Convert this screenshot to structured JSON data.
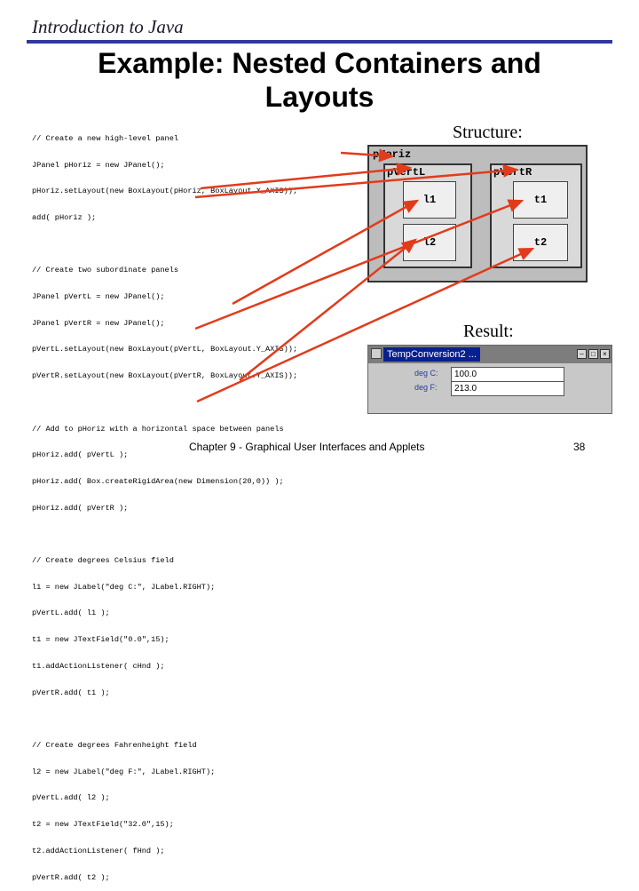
{
  "header": {
    "course_title": "Introduction to Java"
  },
  "slide": {
    "title_line1": "Example: Nested Containers and",
    "title_line2": "Layouts",
    "structure_label": "Structure:",
    "result_label": "Result:"
  },
  "code_lines": [
    "// Create a new high-level panel",
    "JPanel pHoriz = new JPanel();",
    "pHoriz.setLayout(new BoxLayout(pHoriz, BoxLayout.X_AXIS));",
    "add( pHoriz );",
    "",
    "// Create two subordinate panels",
    "JPanel pVertL = new JPanel();",
    "JPanel pVertR = new JPanel();",
    "pVertL.setLayout(new BoxLayout(pVertL, BoxLayout.Y_AXIS));",
    "pVertR.setLayout(new BoxLayout(pVertR, BoxLayout.Y_AXIS));",
    "",
    "// Add to pHoriz with a horizontal space between panels",
    "pHoriz.add( pVertL );",
    "pHoriz.add( Box.createRigidArea(new Dimension(20,0)) );",
    "pHoriz.add( pVertR );",
    "",
    "// Create degrees Celsius field",
    "l1 = new JLabel(\"deg C:\", JLabel.RIGHT);",
    "pVertL.add( l1 );",
    "t1 = new JTextField(\"0.0\",15);",
    "t1.addActionListener( cHnd );",
    "pVertR.add( t1 );",
    "",
    "// Create degrees Fahrenheight field",
    "l2 = new JLabel(\"deg F:\", JLabel.RIGHT);",
    "pVertL.add( l2 );",
    "t2 = new JTextField(\"32.0\",15);",
    "t2.addActionListener( fHnd );",
    "pVertR.add( t2 );"
  ],
  "structure": {
    "outer_panel": "pHoriz",
    "left_panel": "pVertL",
    "right_panel": "pVertR",
    "left_components": [
      "l1",
      "l2"
    ],
    "right_components": [
      "t1",
      "t2"
    ]
  },
  "result_window": {
    "title": "TempConversion2 ...",
    "rows": [
      {
        "label": "deg C:",
        "value": "100.0"
      },
      {
        "label": "deg F:",
        "value": "213.0"
      }
    ]
  },
  "colors": {
    "rule": "#2e3a9c",
    "arrow": "#e23b1c",
    "title_bar_selected": "#0a1f8f"
  },
  "footer": {
    "chapter": "Chapter 9 - Graphical User Interfaces and Applets",
    "page": "38"
  }
}
